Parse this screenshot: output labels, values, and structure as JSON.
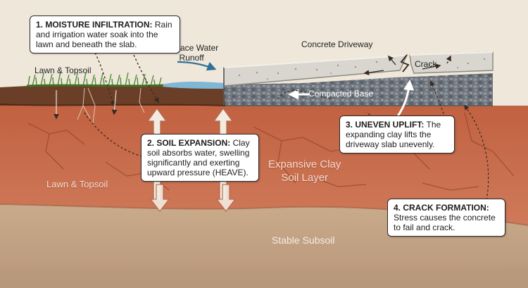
{
  "labels": {
    "lawn_topsoil_surface": "Lawn & Topsoil",
    "surface_water_runoff": "Surface Water\nRunoff",
    "concrete_driveway": "Concrete Driveway",
    "crack": "Crack",
    "compacted_base": "Compacted Base",
    "expansive_clay": "Expansive Clay\nSoil Layer",
    "lawn_topsoil_underground": "Lawn & Topsoil",
    "stable_subsoil": "Stable Subsoil"
  },
  "callouts": [
    {
      "title": "1. MOISTURE INFILTRATION:",
      "body": "Rain and irrigation water soak into the lawn and beneath the slab."
    },
    {
      "title": "2. SOIL EXPANSION:",
      "body": "Clay soil absorbs water, swelling significantly and exerting upward pressure (HEAVE)."
    },
    {
      "title": "3. UNEVEN UPLIFT:",
      "body": "The expanding clay lifts the driveway slab unevenly."
    },
    {
      "title": "4. CRACK FORMATION:",
      "body": "Stress causes the concrete to fail and crack."
    }
  ],
  "colors": {
    "clay": "#c8694d",
    "clay_dark": "#b5573d",
    "subsoil": "#c6a888",
    "topsoil": "#6a3f28",
    "grass": "#4f8a32",
    "water": "#7fb7d6",
    "concrete": "#d9d6cf",
    "gravel": "#6b717a",
    "arrow_water": "#2f6f98",
    "arrow_heave": "#f3ebdf"
  }
}
